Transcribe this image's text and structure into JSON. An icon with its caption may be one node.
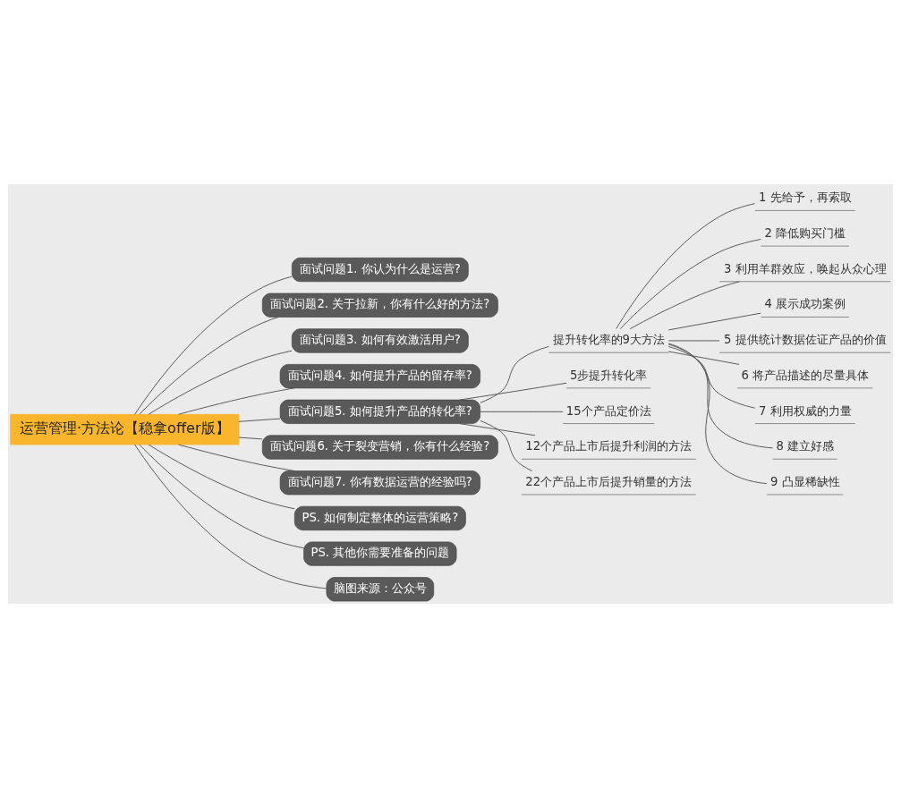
{
  "diagram": {
    "nodes": [
      {
        "text": [
          "运营管理·方法论【稳拿offer版】"
        ]
      },
      {
        "text": [
          "面试问题1. 你认为什么是运营?"
        ]
      },
      {
        "text": [
          "面试问题2. 关于拉新，你有什么好的方法?"
        ]
      },
      {
        "text": [
          "面试问题3. 如何有效激活用户?"
        ]
      },
      {
        "text": [
          "面试问题4. 如何提升产品的留存率?"
        ]
      },
      {
        "text": [
          "面试问题5. 如何提升产品的转化率?"
        ]
      },
      {
        "text": [
          "提升转化率的9大方法"
        ]
      },
      {
        "text": [
          "1 先给予，再索取"
        ]
      },
      {
        "text": [
          "2 降低购买门槛"
        ]
      },
      {
        "text": [
          "3 利用羊群效应，唤起从众心理"
        ]
      },
      {
        "text": [
          "4 展示成功案例"
        ]
      },
      {
        "text": [
          "5 提供统计数据佐证产品的价值"
        ]
      },
      {
        "text": [
          "6 将产品描述的尽量具体"
        ]
      },
      {
        "text": [
          "7 利用权威的力量"
        ]
      },
      {
        "text": [
          "8 建立好感"
        ]
      },
      {
        "text": [
          "9 凸显稀缺性"
        ]
      },
      {
        "text": [
          "5步提升转化率"
        ]
      },
      {
        "text": [
          "15个产品定价法"
        ]
      },
      {
        "text": [
          "12个产品上市后提升利润的方法"
        ]
      },
      {
        "text": [
          "22个产品上市后提升销量的方法"
        ]
      },
      {
        "text": [
          "面试问题6. 关于裂变营销，你有什么经验?"
        ]
      },
      {
        "text": [
          "面试问题7. 你有数据运营的经验吗?"
        ]
      },
      {
        "text": [
          "PS. 如何制定整体的运营策略?"
        ]
      },
      {
        "text": [
          "PS. 其他你需要准备的问题"
        ]
      },
      {
        "text": [
          "脑图来源：公众号"
        ]
      }
    ],
    "edges": [
      {
        "from": 0,
        "to": 1,
        "arrow": "none"
      },
      {
        "from": 0,
        "to": 2,
        "arrow": "none"
      },
      {
        "from": 0,
        "to": 3,
        "arrow": "none"
      },
      {
        "from": 0,
        "to": 4,
        "arrow": "none"
      },
      {
        "from": 0,
        "to": 5,
        "arrow": "none"
      },
      {
        "from": 5,
        "to": 6,
        "arrow": "none"
      },
      {
        "from": 6,
        "to": 7,
        "arrow": "none"
      },
      {
        "from": 6,
        "to": 8,
        "arrow": "none"
      },
      {
        "from": 6,
        "to": 9,
        "arrow": "none"
      },
      {
        "from": 6,
        "to": 10,
        "arrow": "none"
      },
      {
        "from": 6,
        "to": 11,
        "arrow": "none"
      },
      {
        "from": 6,
        "to": 12,
        "arrow": "none"
      },
      {
        "from": 6,
        "to": 13,
        "arrow": "none"
      },
      {
        "from": 6,
        "to": 14,
        "arrow": "none"
      },
      {
        "from": 6,
        "to": 15,
        "arrow": "none"
      },
      {
        "from": 5,
        "to": 16,
        "arrow": "none"
      },
      {
        "from": 5,
        "to": 17,
        "arrow": "none"
      },
      {
        "from": 5,
        "to": 18,
        "arrow": "none"
      },
      {
        "from": 5,
        "to": 19,
        "arrow": "none"
      },
      {
        "from": 0,
        "to": 20,
        "arrow": "none"
      },
      {
        "from": 0,
        "to": 21,
        "arrow": "none"
      },
      {
        "from": 0,
        "to": 22,
        "arrow": "none"
      },
      {
        "from": 0,
        "to": 23,
        "arrow": "none"
      },
      {
        "from": 0,
        "to": 24,
        "arrow": "none"
      }
    ]
  }
}
